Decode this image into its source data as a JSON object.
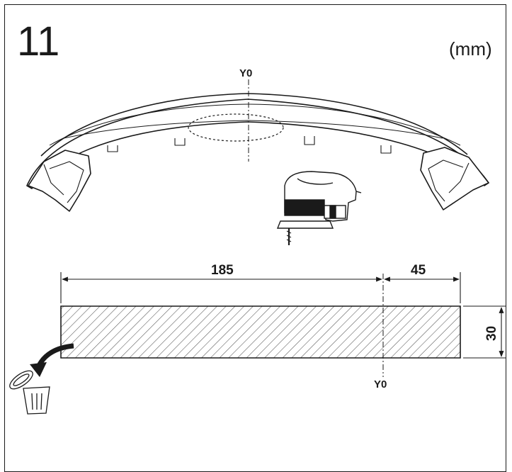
{
  "step": {
    "number": "11",
    "unit": "(mm)"
  },
  "bumper": {
    "axis_label": "Y0"
  },
  "cut_piece": {
    "axis_label": "Y0",
    "dimensions": {
      "length_left": "185",
      "length_right": "45",
      "height": "30"
    }
  },
  "icons": {
    "tool": "jigsaw-icon",
    "discard": "trash-can-icon"
  },
  "colors": {
    "line": "#1a1a1a",
    "hatch": "#555555",
    "background": "#ffffff"
  }
}
